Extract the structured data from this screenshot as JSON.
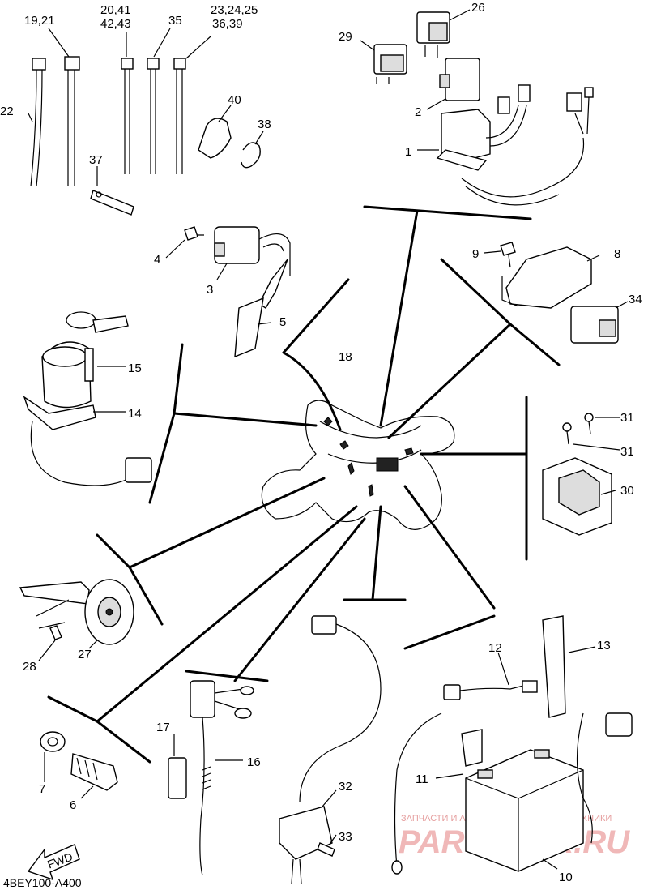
{
  "callouts": {
    "c1": "1",
    "c2": "2",
    "c3": "3",
    "c4": "4",
    "c5": "5",
    "c6": "6",
    "c7": "7",
    "c8": "8",
    "c9": "9",
    "c10": "10",
    "c11": "11",
    "c12": "12",
    "c13": "13",
    "c14": "14",
    "c15": "15",
    "c16": "16",
    "c17": "17",
    "c18": "18",
    "c19_21": "19,21",
    "c20_41": "20,41",
    "c42_43": "42,43",
    "c35": "35",
    "c23_25": "23,24,25",
    "c36_39": "36,39",
    "c22": "22",
    "c37": "37",
    "c40": "40",
    "c38": "38",
    "c26": "26",
    "c29": "29",
    "c27": "27",
    "c28": "28",
    "c30": "30",
    "c31a": "31",
    "c31b": "31",
    "c32": "32",
    "c33": "33",
    "c34": "34"
  },
  "fwd_label": "FWD",
  "diagram_code": "4BEY100-A400",
  "watermark": {
    "tagline": "ЗАПЧАСТИ И АКСЕССУАРЫ ДЛЯ МОТОТЕХНИКИ",
    "brand": "PARTSFOR.RU"
  }
}
